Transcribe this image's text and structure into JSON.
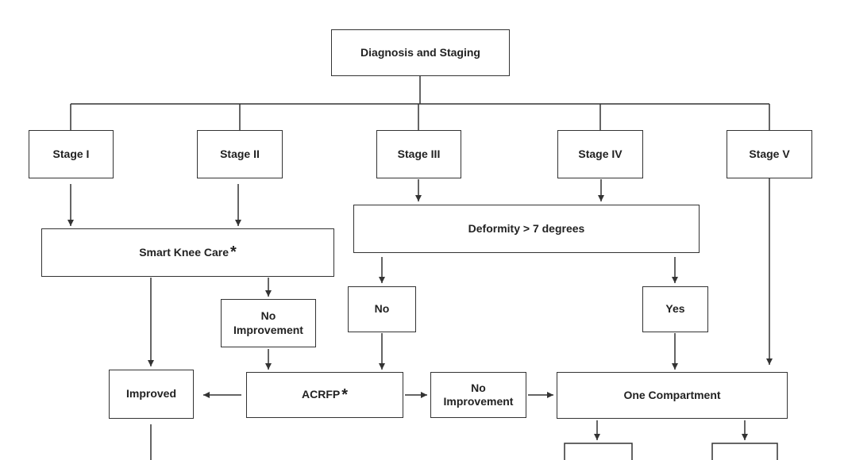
{
  "nodes": {
    "diagnosis": "Diagnosis and Staging",
    "stage1": "Stage I",
    "stage2": "Stage II",
    "stage3": "Stage III",
    "stage4": "Stage IV",
    "stage5": "Stage V",
    "deformity": "Deformity > 7 degrees",
    "smart_knee_care": "Smart Knee Care",
    "no_improvement_1_line1": "No",
    "no_improvement_1_line2": "Improvement",
    "no": "No",
    "yes": "Yes",
    "improved": "Improved",
    "acrfp": "ACRFP",
    "no_improvement_2_line1": "No",
    "no_improvement_2_line2": "Improvement",
    "one_compartment": "One Compartment"
  },
  "asterisk": "*"
}
